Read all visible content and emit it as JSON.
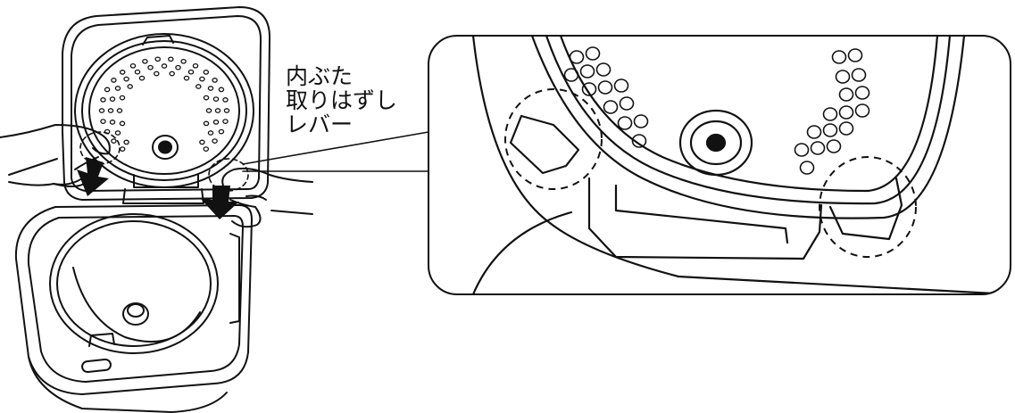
{
  "callout": {
    "line1": "内ぶた",
    "line2": "取りはずし",
    "line3": "レバー"
  }
}
